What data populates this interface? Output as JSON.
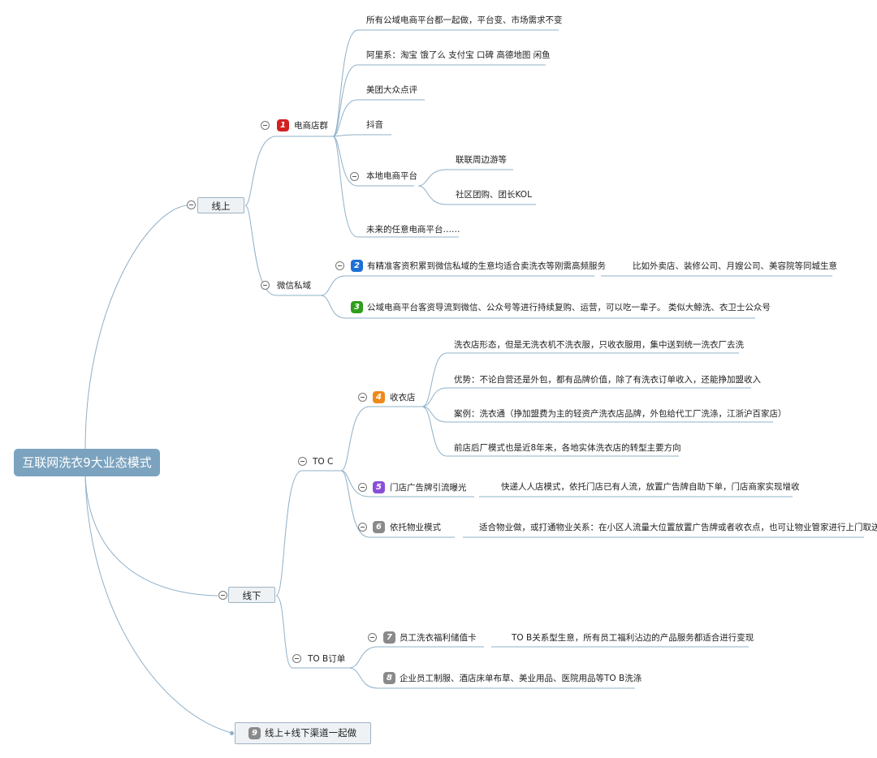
{
  "root": {
    "title": "互联网洗衣9大业态模式"
  },
  "online": {
    "label": "线上",
    "ecommerce": {
      "badge": "1",
      "label": "电商店群",
      "items": [
        "所有公域电商平台都一起做，平台变、市场需求不变",
        "阿里系：淘宝 饿了么 支付宝 口碑 高德地图 闲鱼",
        "美团大众点评",
        "抖音"
      ],
      "local": {
        "label": "本地电商平台",
        "items": [
          "联联周边游等",
          "社区团购、团长KOL"
        ]
      },
      "future": "未来的任意电商平台……"
    },
    "wechat": {
      "label": "微信私域",
      "item2": {
        "badge": "2",
        "text": "有精准客资积累到微信私域的生意均适合卖洗衣等刚需高频服务",
        "note": "比如外卖店、装修公司、月嫂公司、美容院等同城生意"
      },
      "item3": {
        "badge": "3",
        "text": "公域电商平台客资导流到微信、公众号等进行持续复购、运营，可以吃一辈子。 类似大鲸洗、衣卫士公众号"
      }
    }
  },
  "offline": {
    "label": "线下",
    "toc": {
      "label": "TO C",
      "collect": {
        "badge": "4",
        "label": "收衣店",
        "items": [
          "洗衣店形态，但是无洗衣机不洗衣服，只收衣服用，集中送到统一洗衣厂去洗",
          "优势：不论自营还是外包，都有品牌价值，除了有洗衣订单收入，还能挣加盟收入",
          "案例：洗衣通（挣加盟费为主的轻资产洗衣店品牌，外包给代工厂洗涤，江浙沪百家店）",
          "前店后厂模式也是近8年来，各地实体洗衣店的转型主要方向"
        ]
      },
      "ads": {
        "badge": "5",
        "label": "门店广告牌引流曝光",
        "note": "快递人人店模式，依托门店已有人流，放置广告牌自助下单，门店商家实现增收"
      },
      "property": {
        "badge": "6",
        "label": "依托物业模式",
        "note": "适合物业做，或打通物业关系：在小区人流量大位置放置广告牌或者收衣点，也可让物业管家进行上门取送"
      }
    },
    "tob": {
      "label": "TO B订单",
      "card": {
        "badge": "7",
        "label": "员工洗衣福利储值卡",
        "note": "TO B关系型生意，所有员工福利沾边的产品服务都适合进行变现"
      },
      "uniform": {
        "badge": "8",
        "label": "企业员工制服、酒店床单布草、美业用品、医院用品等TO B洗涤"
      }
    }
  },
  "combined": {
    "badge": "9",
    "label": "线上+线下渠道一起做"
  },
  "colors": {
    "root_fill": "#7ba3bf",
    "line": "#8fb0c8",
    "box_fill": "#eef2f5"
  }
}
